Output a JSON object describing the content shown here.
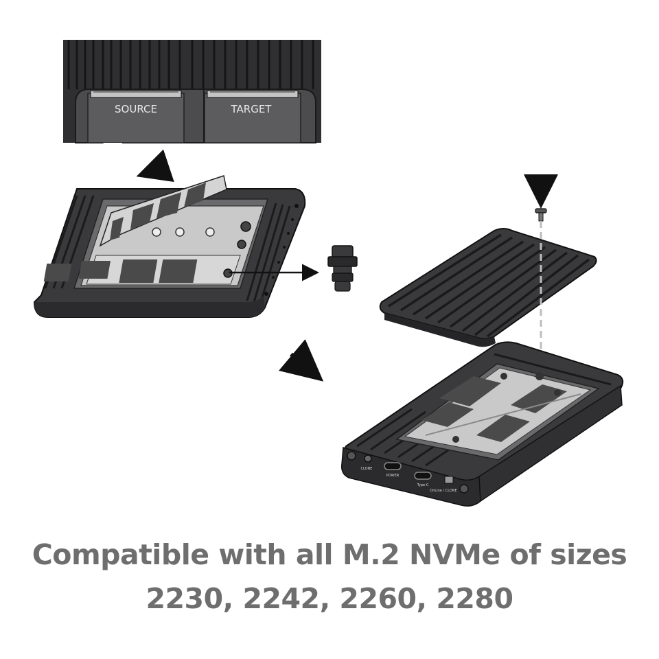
{
  "slots": {
    "source_label": "SOURCE",
    "target_label": "TARGET"
  },
  "ports": {
    "clone": "CLONE",
    "power": "POWER",
    "type_c": "Type-C",
    "mode": "OnLine / CLONE"
  },
  "caption": {
    "line1": "Compatible with all M.2 NVMe  of sizes",
    "line2": "2230, 2242, 2260, 2280"
  },
  "colors": {
    "body_dark": "#3a3a3c",
    "body_mid": "#5a5a5c",
    "tray": "#c9c9c9",
    "chip": "#4a4a4a",
    "caption": "#6e6e6e"
  },
  "icons": [
    "arrow-icon",
    "screw-icon",
    "standoff-icon"
  ]
}
